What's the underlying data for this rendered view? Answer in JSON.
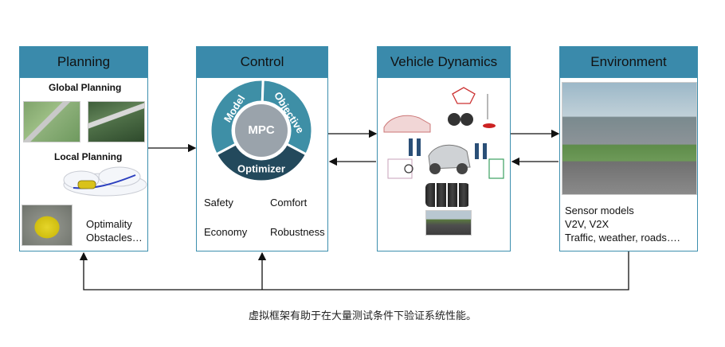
{
  "planning": {
    "title": "Planning",
    "global_label": "Global Planning",
    "local_label": "Local Planning",
    "notes": [
      "Optimality",
      "Obstacles…"
    ]
  },
  "control": {
    "title": "Control",
    "ring": {
      "center": "MPC",
      "segments": [
        "Model",
        "Objective",
        "Optimizer"
      ]
    },
    "criteria": [
      "Safety",
      "Comfort",
      "Economy",
      "Robustness"
    ]
  },
  "vehicle": {
    "title": "Vehicle Dynamics"
  },
  "environment": {
    "title": "Environment",
    "notes": [
      "Sensor models",
      "V2V, V2X",
      "Traffic, weather, roads…."
    ]
  },
  "caption": "虚拟框架有助于在大量测试条件下验证系统性能。",
  "colors": {
    "header": "#3a8aab",
    "ring_teal": "#3e8fa6",
    "ring_dark": "#23495c",
    "ring_center": "#9aa3ab"
  }
}
